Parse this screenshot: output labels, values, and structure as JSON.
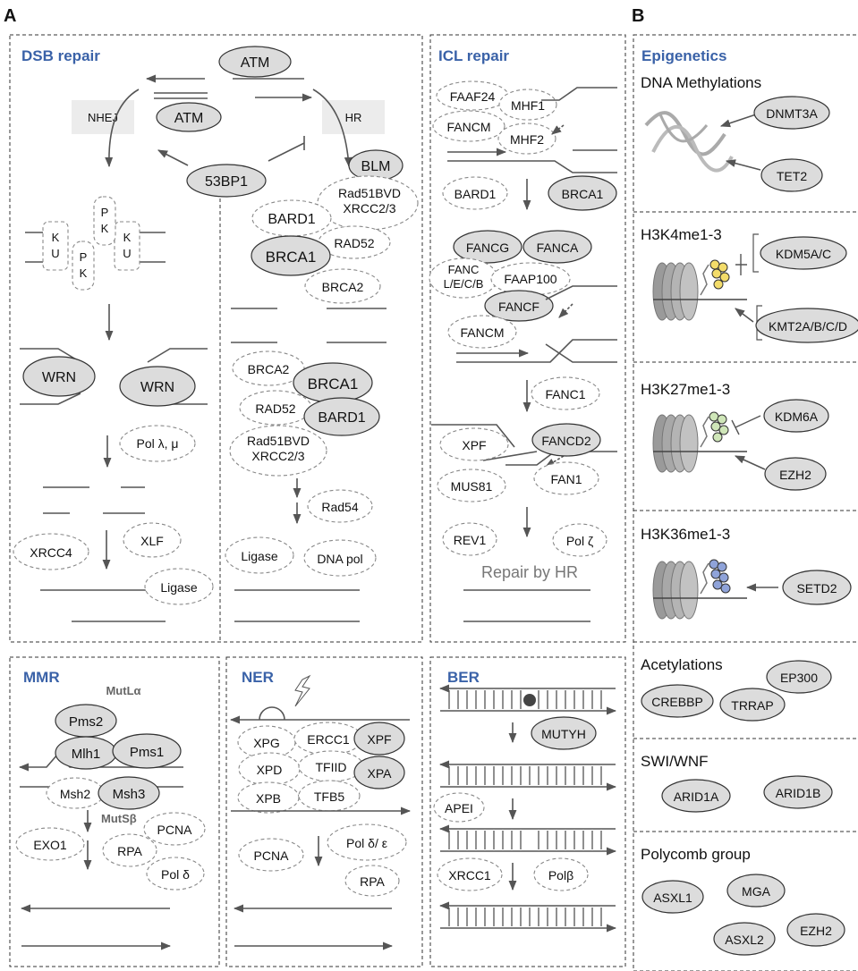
{
  "panel_letters": {
    "a": "A",
    "b": "B"
  },
  "dsb": {
    "title": "DSB repair",
    "atm_top": "ATM",
    "atm": "ATM",
    "nhej": "NHEJ",
    "hr": "HR",
    "bp53": "53BP1",
    "blm": "BLM",
    "pk1": "P\nK",
    "pk2": "P\nK",
    "ku1": "K\nU",
    "ku2": "K\nU",
    "wrn1": "WRN",
    "wrn2": "WRN",
    "pol": "Pol λ, μ",
    "xrcc4": "XRCC4",
    "xlf": "XLF",
    "ligase": "Ligase",
    "bard1": "BARD1",
    "rad51": "Rad51BVD\nXRCC2/3",
    "rad52": "RAD52",
    "brca1": "BRCA1",
    "brca2": "BRCA2",
    "brca2b": "BRCA2",
    "brca1b": "BRCA1",
    "rad52b": "RAD52",
    "bard1b": "BARD1",
    "rad51b": "Rad51BVD\nXRCC2/3",
    "rad54": "Rad54",
    "ligase2": "Ligase",
    "dnapol": "DNA pol"
  },
  "icl": {
    "title": "ICL repair",
    "faaf24": "FAAF24",
    "mhf1": "MHF1",
    "fancm": "FANCM",
    "mhf2": "MHF2",
    "bard1": "BARD1",
    "brca1": "BRCA1",
    "fancg": "FANCG",
    "fanca": "FANCA",
    "fancl": "FANC\nL/E/C/B",
    "faap100": "FAAP100",
    "fancf": "FANCF",
    "fancm2": "FANCM",
    "fanc1": "FANC1",
    "xpf": "XPF",
    "fancd2": "FANCD2",
    "mus81": "MUS81",
    "fan1": "FAN1",
    "rev1": "REV1",
    "polz": "Pol ζ",
    "repair": "Repair by HR"
  },
  "mmr": {
    "title": "MMR",
    "mutla": "MutLα",
    "pms2": "Pms2",
    "mlh1": "Mlh1",
    "pms1": "Pms1",
    "msh2": "Msh2",
    "msh3": "Msh3",
    "mutsb": "MutSβ",
    "exo1": "EXO1",
    "pcna": "PCNA",
    "rpa": "RPA",
    "pold": "Pol δ"
  },
  "ner": {
    "title": "NER",
    "xpg": "XPG",
    "ercc1": "ERCC1",
    "xpf": "XPF",
    "xpd": "XPD",
    "tfiid": "TFIID",
    "xpa": "XPA",
    "xpb": "XPB",
    "tfb5": "TFB5",
    "pcna": "PCNA",
    "pol": "Pol δ/ ε",
    "rpa": "RPA"
  },
  "ber": {
    "title": "BER",
    "mutyh": "MUTYH",
    "apei": "APEI",
    "xrcc1": "XRCC1",
    "polb": "Polβ"
  },
  "epi": {
    "title": "Epigenetics",
    "dnameth": "DNA Methylations",
    "dnmt3a": "DNMT3A",
    "tet2": "TET2",
    "h3k4": "H3K4me1-3",
    "kdm5": "KDM5A/C",
    "kmt2": "KMT2A/B/C/D",
    "h3k27": "H3K27me1-3",
    "kdm6a": "KDM6A",
    "ezh2": "EZH2",
    "h3k36": "H3K36me1-3",
    "setd2": "SETD2",
    "acet": "Acetylations",
    "crebbp": "CREBBP",
    "ep300": "EP300",
    "trrap": "TRRAP",
    "swi": "SWI/WNF",
    "arid1a": "ARID1A",
    "arid1b": "ARID1B",
    "poly": "Polycomb group",
    "asxl1": "ASXL1",
    "mga": "MGA",
    "asxl2": "ASXL2",
    "ezh2b": "EZH2"
  },
  "colors": {
    "title_blue": "#3a62a8",
    "oval_fill": "#dcdcdc"
  }
}
